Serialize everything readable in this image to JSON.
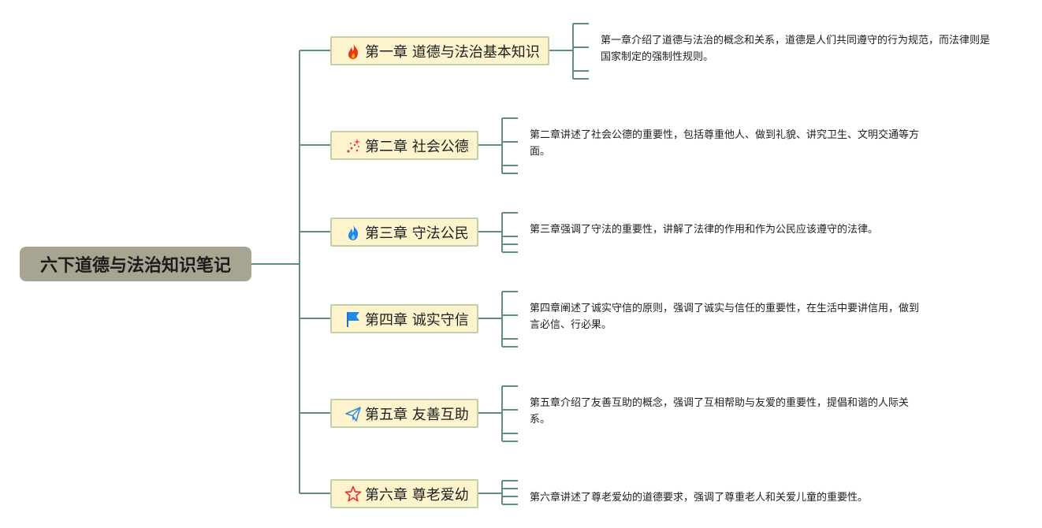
{
  "root": {
    "title": "六下道德与法治知识笔记"
  },
  "chapters": [
    {
      "label": "第一章 道德与法治基本知识",
      "icon": "fire-icon",
      "description": "第一章介绍了道德与法治的概念和关系，道德是人们共同遵守的行为规范，而法律则是国家制定的强制性规则。"
    },
    {
      "label": "第二章 社会公德",
      "icon": "sparkle-icon",
      "description": "第二章讲述了社会公德的重要性，包括尊重他人、做到礼貌、讲究卫生、文明交通等方面。"
    },
    {
      "label": "第三章 守法公民",
      "icon": "water-flame-icon",
      "description": "第三章强调了守法的重要性，讲解了法律的作用和作为公民应该遵守的法律。"
    },
    {
      "label": "第四章 诚实守信",
      "icon": "flag-icon",
      "description": "第四章阐述了诚实守信的原则，强调了诚实与信任的重要性，在生活中要讲信用，做到言必信、行必果。"
    },
    {
      "label": "第五章 友善互助",
      "icon": "paper-plane-icon",
      "description": "第五章介绍了友善互助的概念，强调了互相帮助与友爱的重要性，提倡和谐的人际关系。"
    },
    {
      "label": "第六章 尊老爱幼",
      "icon": "star-icon",
      "description": "第六章讲述了尊老爱幼的道德要求，强调了尊重老人和关爱儿童的重要性。"
    }
  ],
  "colors": {
    "connector": "#5e8e84",
    "root_bg": "#a7a491",
    "node_bg": "#fdf4ce",
    "node_border": "#c3cfa6"
  }
}
